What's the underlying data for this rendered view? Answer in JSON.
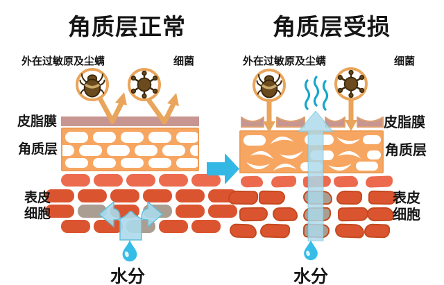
{
  "left_panel": {
    "title": "角质层正常",
    "allergen_label": "外在过敏原及尘螨",
    "bacteria_label": "细菌",
    "sebum_label": "皮脂膜",
    "corneum_label": "角质层",
    "epidermis_line1": "表皮",
    "epidermis_line2": "细胞",
    "moisture_label": "水分"
  },
  "right_panel": {
    "title": "角质层受损",
    "allergen_label": "外在过敏原及尘螨",
    "bacteria_label": "细菌",
    "sebum_label": "皮脂膜",
    "corneum_label": "角质层",
    "epidermis_line1": "表皮",
    "epidermis_line2": "细胞",
    "moisture_label": "水分"
  },
  "colors": {
    "accent_orange": "#E9A55B",
    "film_mauve": "#C79691",
    "film_rim": "#DFA070",
    "sc_band": "#F7A662",
    "sc_border": "#EE9D56",
    "brick_light": "#EC6A4E",
    "brick_dark": "#DB5430",
    "brick_outline": "#C4491F",
    "brick_gray": "#AA9E93",
    "water_blue": "#35BDE8",
    "flow_blue": "#ABD9EB",
    "flow_edge": "#5BBFDA",
    "wave_teal": "#17A6CA",
    "middle_arrow_blue": "#33B7E4",
    "icon_brown": "#6B4A1E",
    "icon_dark": "#3A280C",
    "text": "#161616"
  }
}
